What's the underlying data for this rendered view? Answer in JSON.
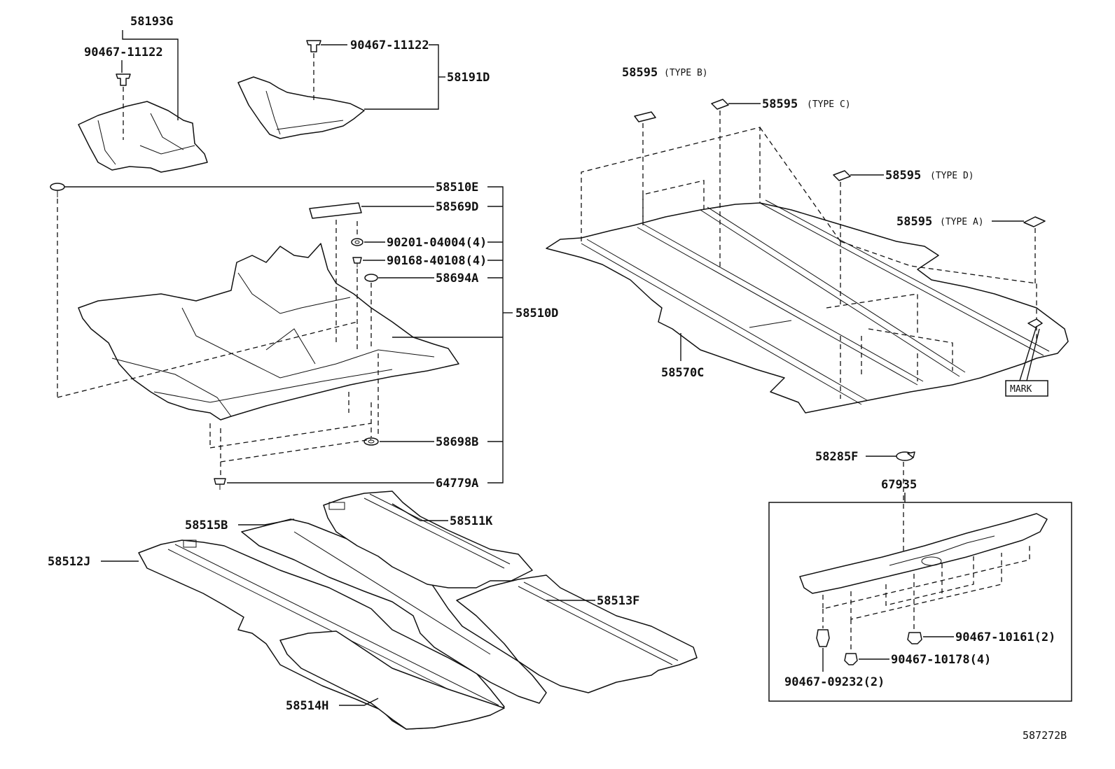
{
  "labels": {
    "p58193G": "58193G",
    "p90467_11122_a": "90467-11122",
    "p90467_11122_b": "90467-11122",
    "p58191D": "58191D",
    "p58510E": "58510E",
    "p58569D": "58569D",
    "p90201_04004": "90201-04004(4)",
    "p90168_40108": "90168-40108(4)",
    "p58694A": "58694A",
    "p58510D": "58510D",
    "p58698B": "58698B",
    "p64779A": "64779A",
    "p58595_b": "58595",
    "p58595_c": "58595",
    "p58595_d": "58595",
    "p58595_a": "58595",
    "p58570C": "58570C",
    "p58285F": "58285F",
    "p67935": "67935",
    "p58515B": "58515B",
    "p58511K": "58511K",
    "p58512J": "58512J",
    "p58513F": "58513F",
    "p58514H": "58514H",
    "p90467_10161": "90467-10161(2)",
    "p90467_10178": "90467-10178(4)",
    "p90467_09232": "90467-09232(2)"
  },
  "types": {
    "type_b": "(TYPE B)",
    "type_c": "(TYPE C)",
    "type_d": "(TYPE D)",
    "type_a": "(TYPE A)"
  },
  "mark_label": "MARK",
  "catalog_number": "587272B"
}
